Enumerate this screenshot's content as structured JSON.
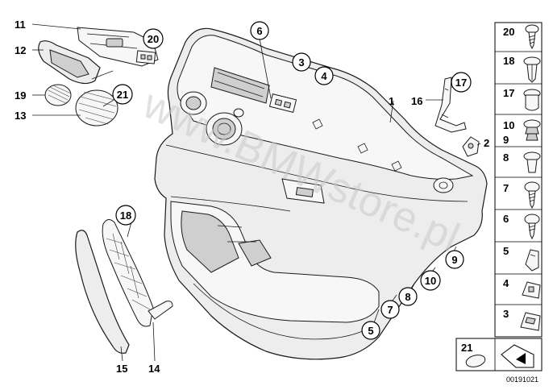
{
  "diagram": {
    "callouts_circled": [
      "6",
      "3",
      "4",
      "20",
      "21",
      "17",
      "18",
      "9",
      "10",
      "8",
      "7",
      "5"
    ],
    "labels_plain": [
      "11",
      "12",
      "19",
      "13",
      "1",
      "16",
      "2",
      "15",
      "14"
    ],
    "side_panel_labels": [
      "20",
      "18",
      "17",
      "10",
      "9",
      "8",
      "7",
      "6",
      "5",
      "4",
      "3"
    ],
    "bottom_box_label": "21",
    "diagram_code": "00191021",
    "watermark": "www.BMWstore.pl"
  }
}
